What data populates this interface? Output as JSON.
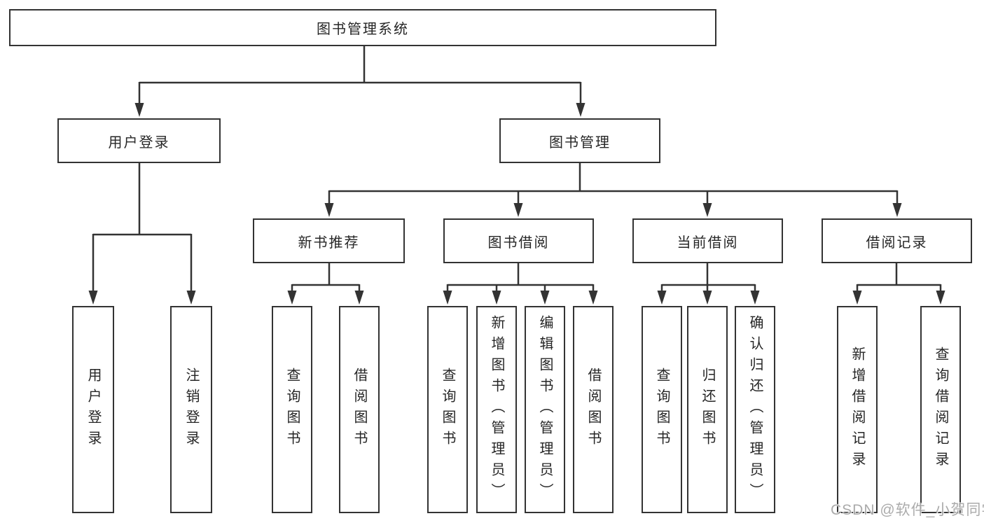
{
  "diagram": {
    "colors": {
      "line": "#333333",
      "box_border": "#333333",
      "box_fill": "#ffffff",
      "text": "#262626",
      "watermark_text": "#969696",
      "background": "#ffffff"
    },
    "tree": {
      "root": {
        "label": "图书管理系统",
        "children": [
          {
            "label": "用户登录",
            "children": [
              {
                "label": "用户登录"
              },
              {
                "label": "注销登录"
              }
            ]
          },
          {
            "label": "图书管理",
            "children": [
              {
                "label": "新书推荐",
                "children": [
                  {
                    "label": "查询图书"
                  },
                  {
                    "label": "借阅图书"
                  }
                ]
              },
              {
                "label": "图书借阅",
                "children": [
                  {
                    "label": "查询图书"
                  },
                  {
                    "label": "新增图书（管理员）"
                  },
                  {
                    "label": "编辑图书（管理员）"
                  },
                  {
                    "label": "借阅图书"
                  }
                ]
              },
              {
                "label": "当前借阅",
                "children": [
                  {
                    "label": "查询图书"
                  },
                  {
                    "label": "归还图书"
                  },
                  {
                    "label": "确认归还（管理员）"
                  }
                ]
              },
              {
                "label": "借阅记录",
                "children": [
                  {
                    "label": "新增借阅记录"
                  },
                  {
                    "label": "查询借阅记录"
                  }
                ]
              }
            ]
          }
        ]
      }
    },
    "watermark": {
      "text": "CSDN @软件_小贺同学"
    }
  }
}
